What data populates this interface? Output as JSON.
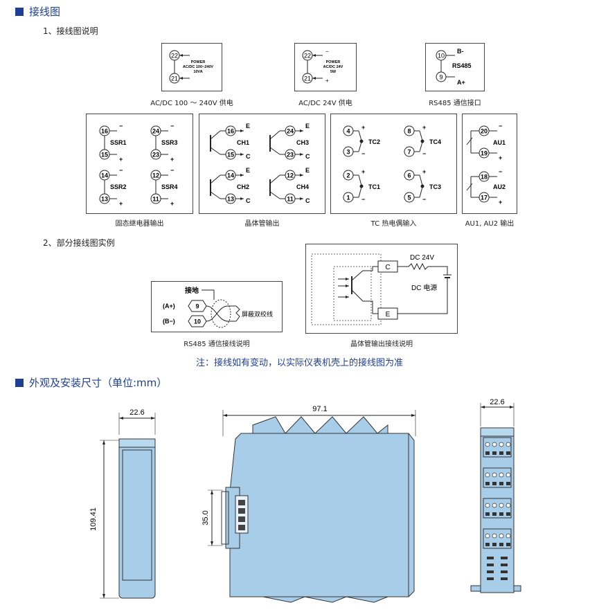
{
  "section1": {
    "title": "接线图",
    "sub1": "1、接线图说明",
    "sub2": "2、部分接线图实例"
  },
  "power1": {
    "t22": "22",
    "t21": "21",
    "line1": "POWER",
    "line2": "AC/DC 100~240V",
    "line3": "10VA",
    "caption": "AC/DC 100 ～ 240V 供电"
  },
  "power2": {
    "t22": "22",
    "t21": "21",
    "minus": "−",
    "plus": "+",
    "line1": "POWER",
    "line2": "AC/DC 24V",
    "line3": "5W",
    "caption": "AC/DC 24V 供电"
  },
  "rs485": {
    "t10": "10",
    "t9": "9",
    "b": "B-",
    "a": "A+",
    "label": "RS485",
    "caption": "RS485 通信接口"
  },
  "ssr": {
    "caption": "固态继电器输出",
    "items": [
      {
        "top": "16",
        "bot": "15",
        "name": "SSR1"
      },
      {
        "top": "24",
        "bot": "23",
        "name": "SSR3"
      },
      {
        "top": "14",
        "bot": "13",
        "name": "SSR2"
      },
      {
        "top": "12",
        "bot": "11",
        "name": "SSR4"
      }
    ]
  },
  "transistor": {
    "caption": "晶体管输出",
    "e": "E",
    "c": "C",
    "items": [
      {
        "top": "16",
        "bot": "15",
        "name": "CH1"
      },
      {
        "top": "24",
        "bot": "23",
        "name": "CH3"
      },
      {
        "top": "14",
        "bot": "13",
        "name": "CH2"
      },
      {
        "top": "12",
        "bot": "11",
        "name": "CH4"
      }
    ]
  },
  "tc": {
    "caption": "TC 热电偶输入",
    "items": [
      {
        "top": "4",
        "bot": "3",
        "name": "TC2"
      },
      {
        "top": "8",
        "bot": "7",
        "name": "TC4"
      },
      {
        "top": "2",
        "bot": "1",
        "name": "TC1"
      },
      {
        "top": "6",
        "bot": "5",
        "name": "TC3"
      }
    ]
  },
  "au": {
    "caption": "AU1, AU2 输出",
    "items": [
      {
        "top": "20",
        "bot": "19",
        "name": "AU1"
      },
      {
        "top": "18",
        "bot": "17",
        "name": "AU2"
      }
    ]
  },
  "example1": {
    "ground": "接地",
    "a": "(A+)",
    "b": "(B−)",
    "t9": "9",
    "t10": "10",
    "shield": "屏蔽双绞线",
    "caption": "RS485 通信接线说明"
  },
  "example2": {
    "c": "C",
    "e": "E",
    "dc": "DC 24V",
    "source": "DC 电源",
    "caption": "晶体管输出接线说明"
  },
  "note": "注：接线如有变动，以实际仪表机壳上的接线图为准",
  "section2": {
    "title": "外观及安装尺寸（单位:mm）"
  },
  "dims": {
    "w1": "22.6",
    "h1": "109.41",
    "w2": "97.1",
    "rail": "35.0",
    "w3": "22.6"
  },
  "colors": {
    "accent": "#1f3f95",
    "housing": "#a8cde8",
    "edge": "#333333"
  }
}
